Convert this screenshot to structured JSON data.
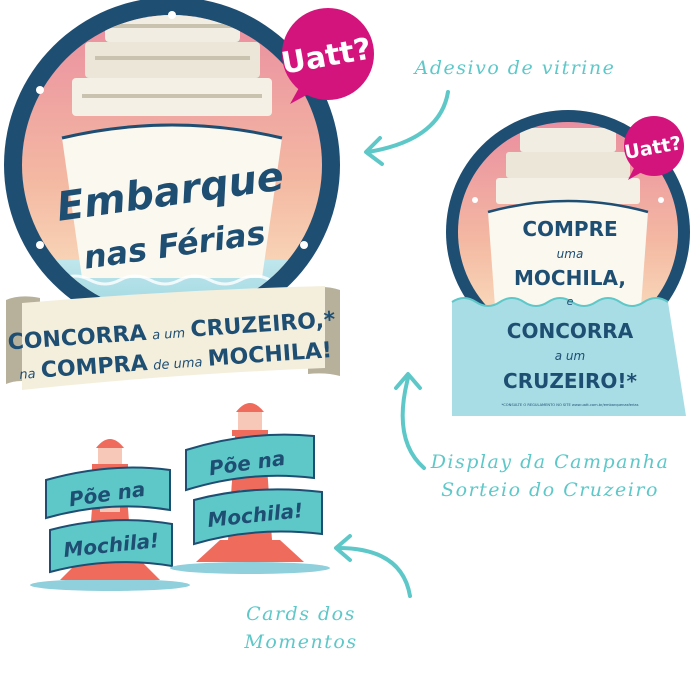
{
  "brand": {
    "logo_text": "Uatt?",
    "magenta": "#d4147d",
    "navy": "#1f4e73",
    "teal": "#5ec8c9",
    "coral": "#ef6b5c"
  },
  "captions": {
    "sticker": "Adesivo de vitrine",
    "display_line1": "Display da Campanha",
    "display_line2": "Sorteio do Cruzeiro",
    "cards_line1": "Cards dos",
    "cards_line2": "Momentos"
  },
  "sticker": {
    "title_line1": "Embarque",
    "title_line2": "nas Férias",
    "banner_line1": {
      "a": "CONCORRA",
      "b": "a um",
      "c": "CRUZEIRO,*"
    },
    "banner_line2": {
      "a": "na",
      "b": "COMPRA",
      "c": "de uma",
      "d": "MOCHILA!"
    }
  },
  "display": {
    "line1": "COMPRE",
    "line2": "uma",
    "line3": "MOCHILA,",
    "line4": "e",
    "line5": "CONCORRA",
    "line6": "a um",
    "line7": "CRUZEIRO!*",
    "fine_print": "*CONSULTE O REGULAMENTO NO SITE www.uatt.com.br/embarquenasferias"
  },
  "cards": [
    {
      "line1": "Põe na",
      "line2": "Mochila!"
    },
    {
      "line1": "Põe na",
      "line2": "Mochila!"
    }
  ],
  "icons": [
    "arrow-icon",
    "ship-icon",
    "lighthouse-icon"
  ]
}
